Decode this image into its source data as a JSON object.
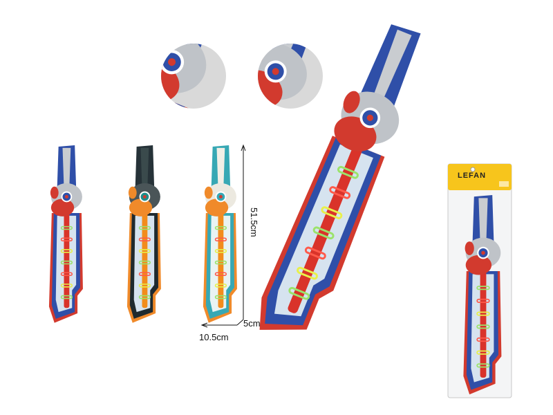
{
  "dimensions": {
    "height": "51.5cm",
    "depth": "5cm",
    "width": "10.5cm"
  },
  "package": {
    "brand": "LEFAN"
  },
  "palettes": {
    "blue": {
      "back": "#2f4fa8",
      "handle": "#c9ccd0",
      "guard": "#bfc3c8",
      "head": "#d23a2e",
      "eye": "#2f4fa8",
      "blade": "#2f4fa8",
      "inner": "#d6e3ef",
      "core": "#d9332a",
      "edge": "#d23a2e"
    },
    "black": {
      "back": "#263238",
      "handle": "#3a4a4c",
      "guard": "#4a5558",
      "head": "#f08a2a",
      "eye": "#1f8c8a",
      "blade": "#1f2a2e",
      "inner": "#d6e3ef",
      "core": "#f28c1c",
      "edge": "#f08a2a"
    },
    "white": {
      "back": "#37a8b4",
      "handle": "#f2efe6",
      "guard": "#ece9e0",
      "head": "#f08a2a",
      "eye": "#37a8b4",
      "blade": "#37a8b4",
      "inner": "#e9f3f3",
      "core": "#f28c1c",
      "edge": "#f08a2a"
    },
    "package_header": "#f7c51c"
  }
}
